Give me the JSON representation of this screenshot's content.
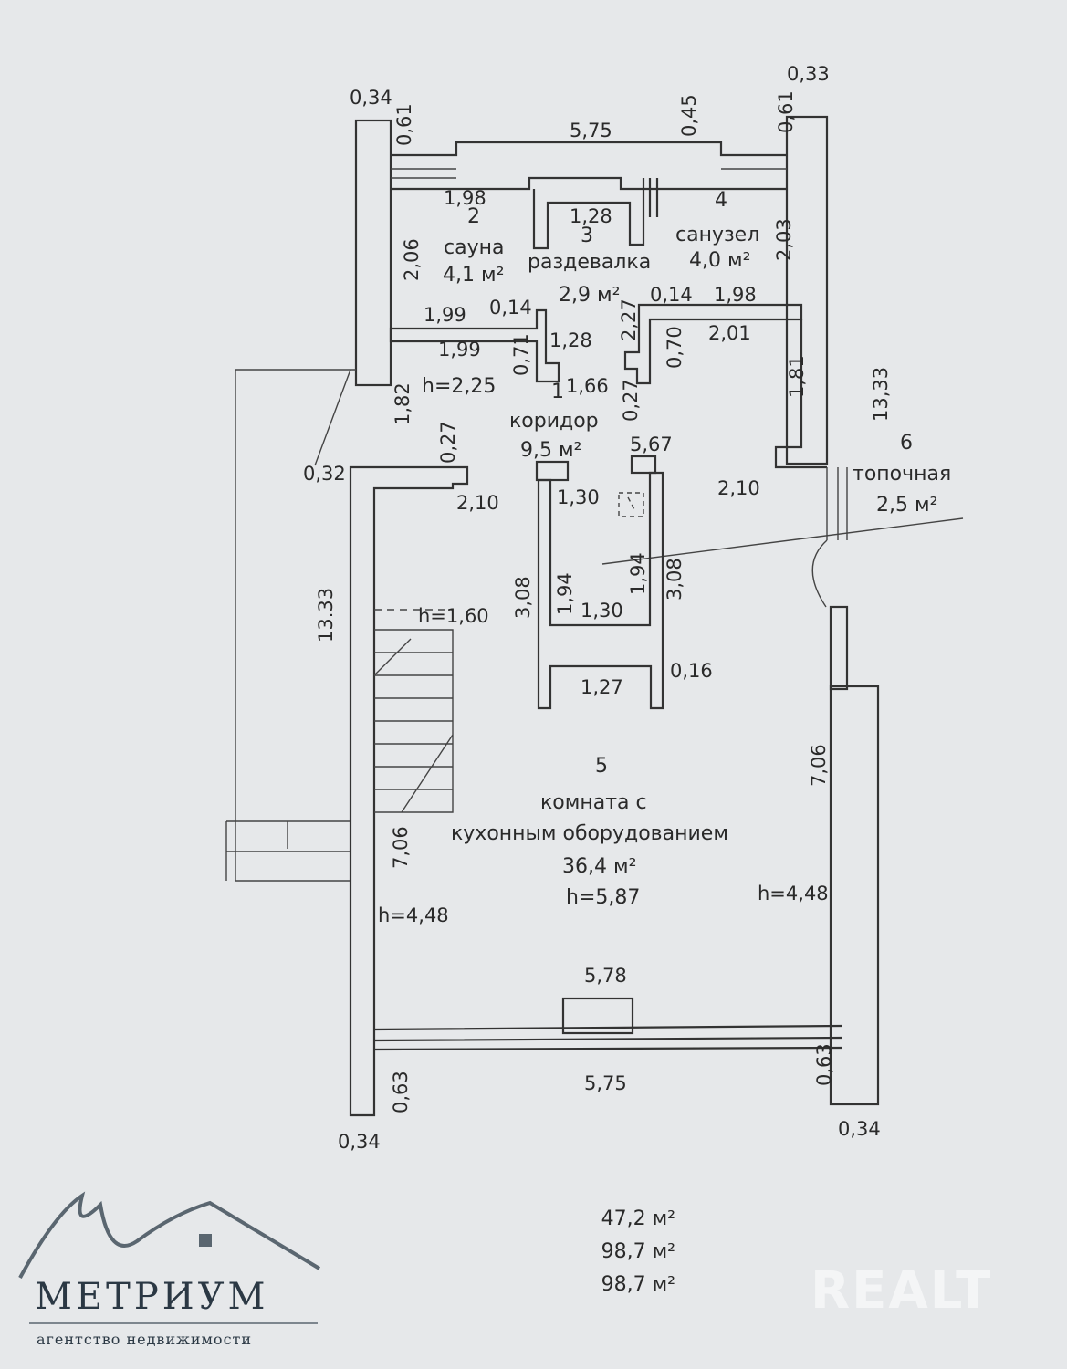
{
  "rooms": {
    "r2": {
      "num": "2",
      "name": "сауна",
      "area": "4,1 м²"
    },
    "r3": {
      "num": "3",
      "name": "раздевалка",
      "area": "2,9 м²"
    },
    "r4": {
      "num": "4",
      "name": "санузел",
      "area": "4,0 м²"
    },
    "r1": {
      "num": "1",
      "name": "коридор",
      "area": "9,5 м²",
      "height": "h=2,25"
    },
    "r6": {
      "num": "6",
      "name": "топочная",
      "area": "2,5 м²"
    },
    "r5": {
      "num": "5",
      "line1": "комната с",
      "line2": "кухонным оборудованием",
      "area": "36,4 м²",
      "height": "h=5,87"
    }
  },
  "dims": {
    "d034_tl": "0,34",
    "d061_l": "0,61",
    "d575_top": "5,75",
    "d045": "0,45",
    "d033_tr": "0,33",
    "d061_r": "0,61",
    "d198_a": "1,98",
    "d128_a": "1,28",
    "d206": "2,06",
    "d203": "2,03",
    "d199_a": "1,99",
    "d014_a": "0,14",
    "d014_b": "0,14",
    "d198_b": "1,98",
    "d227": "2,27",
    "d199_b": "1,99",
    "d071": "0,71",
    "d128_b": "1,28",
    "d070": "0,70",
    "d201": "2,01",
    "d182": "1,82",
    "d166": "1,66",
    "d027_a": "0,27",
    "d181": "1,81",
    "d1333_r": "13,33",
    "d027_b": "0,27",
    "d567": "5,67",
    "d032": "0,32",
    "d210_a": "2,10",
    "d130_a": "1,30",
    "d210_b": "2,10",
    "d1333_l": "13.33",
    "d308_a": "3,08",
    "d194_a": "1,94",
    "d194_b": "1,94",
    "d308_b": "3,08",
    "d130_b": "1,30",
    "h160": "h=1,60",
    "d127": "1,27",
    "d016": "0,16",
    "d706_r": "7,06",
    "d706_l": "7,06",
    "h448_l": "h=4,48",
    "h448_r": "h=4,48",
    "d578": "5,78",
    "d063_l": "0,63",
    "d575_bot": "5,75",
    "d063_r": "0,63",
    "d034_bl": "0,34",
    "d034_br": "0,34"
  },
  "totals": [
    "47,2 м²",
    "98,7 м²",
    "98,7 м²"
  ],
  "branding": {
    "agency": "МЕТРИУМ",
    "agency_sub": "агентство недвижимости",
    "site": "REALT"
  }
}
